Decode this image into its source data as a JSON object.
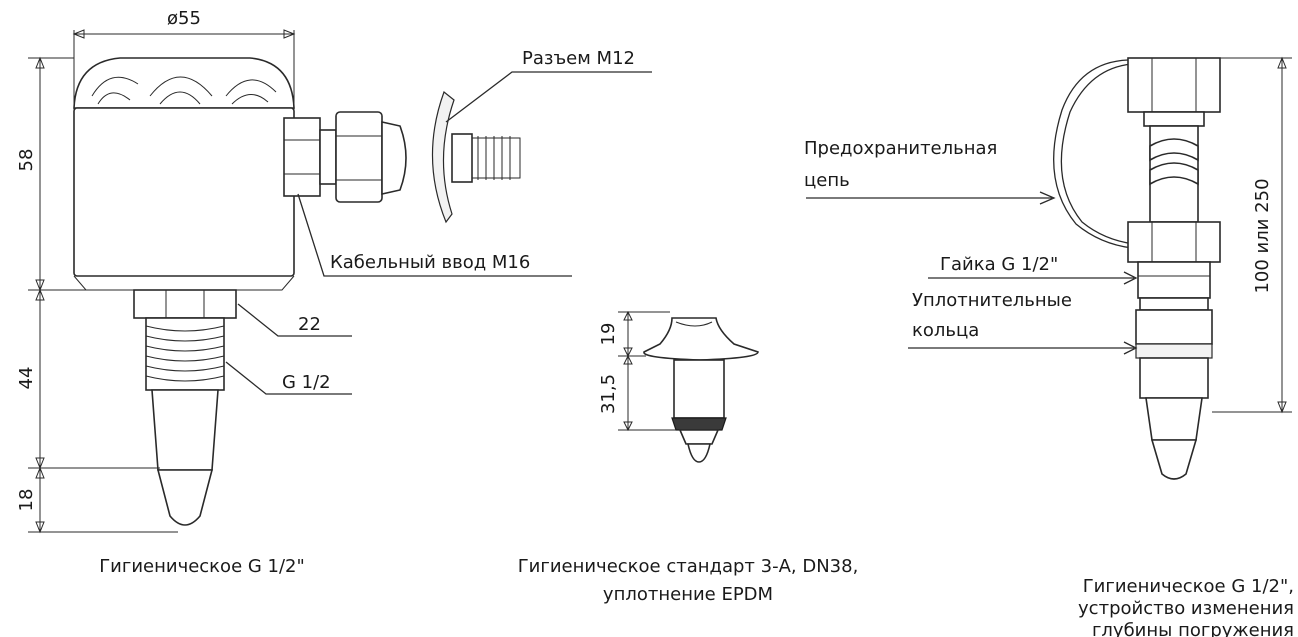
{
  "labels": {
    "diameter": "ø55",
    "connector": "Разъем M12",
    "cable_entry": "Кабельный ввод M16",
    "height_housing": "58",
    "height_thread": "44",
    "height_tip": "18",
    "wrench": "22",
    "thread": "G 1/2",
    "dim_19": "19",
    "dim_31_5": "31,5",
    "safety_chain_1": "Предохранительная",
    "safety_chain_2": "цепь",
    "nut": "Гайка G 1/2\"",
    "seal_rings_1": "Уплотнительные",
    "seal_rings_2": "кольца",
    "length": "100 или 250"
  },
  "captions": {
    "left": "Гигиеническое G 1/2\"",
    "middle_1": "Гигиеническое стандарт 3-А, DN38,",
    "middle_2": "уплотнение EPDM",
    "right_1": "Гигиеническое G 1/2\",",
    "right_2": "устройство изменения",
    "right_3": "глубины  погружения"
  }
}
